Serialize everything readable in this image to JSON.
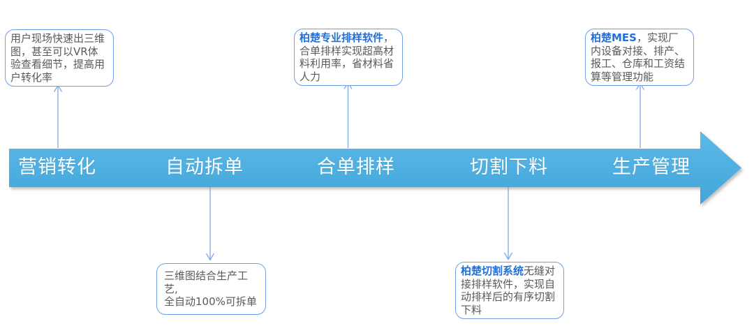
{
  "diagram": {
    "stages": [
      {
        "label": "营销转化"
      },
      {
        "label": "自动拆单"
      },
      {
        "label": "合单排样"
      },
      {
        "label": "切割下料"
      },
      {
        "label": "生产管理"
      }
    ],
    "callouts": [
      {
        "id": "marketing-3d",
        "position": "top",
        "highlight": "",
        "text": "用户现场快速出三维图，甚至可以VR体验查看细节，提高用户转化率"
      },
      {
        "id": "auto-split",
        "position": "bottom",
        "highlight": "",
        "line1": "三维图结合生产工艺,",
        "line2": "全自动100%可拆单"
      },
      {
        "id": "nesting-software",
        "position": "top",
        "highlight": "柏楚专业排样软件",
        "text": "，合单排样实现超高材料利用率，省材料省人力"
      },
      {
        "id": "cutting-system",
        "position": "bottom",
        "highlight": "柏楚切割系统",
        "text": "无缝对接排样软件，实现自动排样后的有序切割下料"
      },
      {
        "id": "mes",
        "position": "top",
        "highlight": "柏楚MES",
        "text": "，实现厂内设备对接、排产、报工、仓库和工资结算等管理功能"
      }
    ],
    "colors": {
      "arrow_gradient_top": "#5cb9e9",
      "arrow_gradient_bottom": "#42a5d8",
      "stage_label": "#ffffff",
      "callout_border": "#6f9de6",
      "callout_text": "#595959",
      "highlight_text": "#2170d8",
      "connector": "#7ea9e8",
      "canvas_bg": "#ffffff"
    }
  }
}
